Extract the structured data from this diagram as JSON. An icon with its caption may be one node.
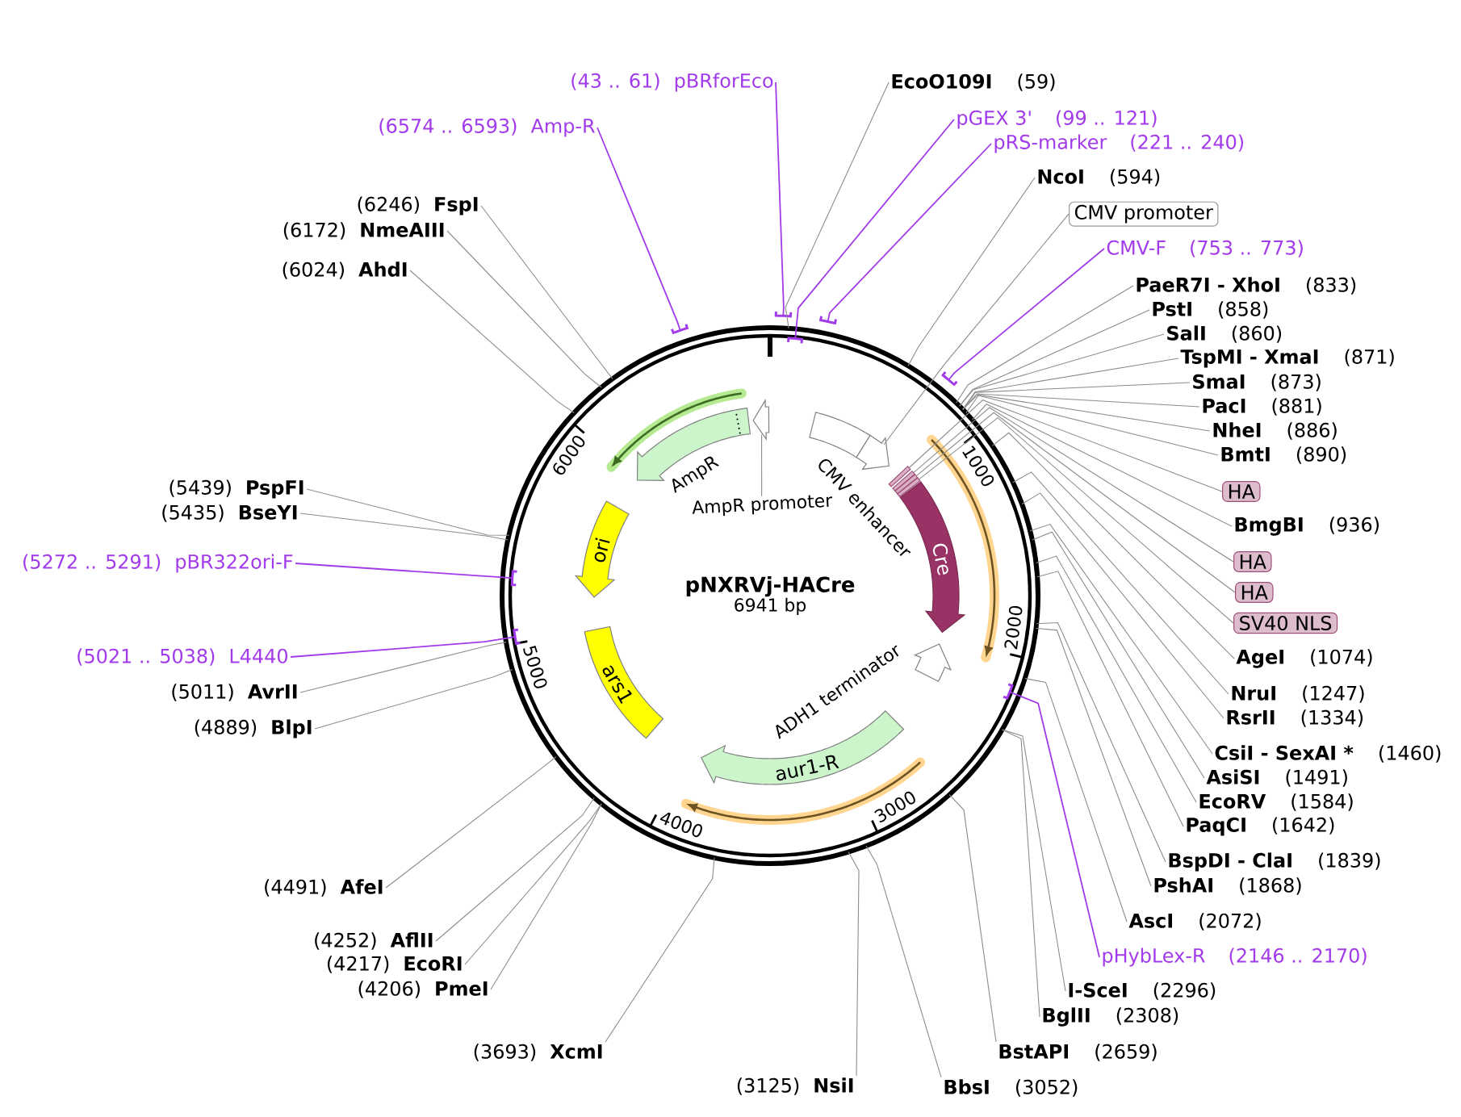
{
  "diagram": {
    "nodes": [
      {
        "text": [
          "pNXRVj-HACre",
          "6941 bp"
        ]
      },
      {
        "text": [
          "AmpR"
        ],
        "in": 0
      },
      {
        "text": [],
        "shape": "arrow",
        "in": 0
      },
      {
        "text": [
          "AmpR promoter"
        ],
        "in": 0
      },
      {
        "text": [
          "ori"
        ],
        "in": 0
      },
      {
        "text": [
          "ars1"
        ],
        "in": 0
      },
      {
        "text": [
          "aur1-R"
        ],
        "in": 0
      },
      {
        "text": [
          "ADH1 terminator"
        ],
        "in": 0
      },
      {
        "text": [
          "CMV enhancer"
        ],
        "in": 0
      },
      {
        "text": [],
        "shape": "arrow",
        "in": 0
      },
      {
        "text": [],
        "shape": "bar",
        "in": 0
      },
      {
        "text": [],
        "shape": "bar",
        "in": 0
      },
      {
        "text": [],
        "shape": "bar",
        "in": 0
      },
      {
        "text": [],
        "shape": "bar",
        "in": 0
      },
      {
        "text": [
          "Cre"
        ],
        "in": 0
      },
      {
        "text": [
          "(43 .. 61)",
          "pBRforEco"
        ]
      },
      {
        "text": [
          "EcoO109I",
          "(59)"
        ]
      },
      {
        "text": [
          "pGEX 3'",
          "(99 .. 121)"
        ]
      },
      {
        "text": [
          "pRS-marker",
          "(221 .. 240)"
        ]
      },
      {
        "text": [
          "NcoI",
          "(594)"
        ]
      },
      {
        "text": [
          "CMV promoter"
        ]
      },
      {
        "text": [
          "CMV-F",
          "(753 .. 773)"
        ]
      },
      {
        "text": [
          "PaeR7I - XhoI",
          "(833)"
        ]
      },
      {
        "text": [
          "PstI",
          "(858)"
        ]
      },
      {
        "text": [
          "SalI",
          "(860)"
        ]
      },
      {
        "text": [
          "TspMI - XmaI",
          "(871)"
        ]
      },
      {
        "text": [
          "SmaI",
          "(873)"
        ]
      },
      {
        "text": [
          "PacI",
          "(881)"
        ]
      },
      {
        "text": [
          "NheI",
          "(886)"
        ]
      },
      {
        "text": [
          "BmtI",
          "(890)"
        ]
      },
      {
        "text": [
          "HA"
        ]
      },
      {
        "text": [
          "BmgBI",
          "(936)"
        ]
      },
      {
        "text": [
          "HA"
        ]
      },
      {
        "text": [
          "HA"
        ]
      },
      {
        "text": [
          "SV40 NLS"
        ]
      },
      {
        "text": [
          "AgeI",
          "(1074)"
        ]
      },
      {
        "text": [
          "NruI",
          "(1247)"
        ]
      },
      {
        "text": [
          "RsrII",
          "(1334)"
        ]
      },
      {
        "text": [
          "CsiI - SexAI *",
          "(1460)"
        ]
      },
      {
        "text": [
          "AsiSI",
          "(1491)"
        ]
      },
      {
        "text": [
          "EcoRV",
          "(1584)"
        ]
      },
      {
        "text": [
          "PaqCI",
          "(1642)"
        ]
      },
      {
        "text": [
          "BspDI - ClaI",
          "(1839)"
        ]
      },
      {
        "text": [
          "PshAI",
          "(1868)"
        ]
      },
      {
        "text": [
          "AscI",
          "(2072)"
        ]
      },
      {
        "text": [
          "pHybLex-R",
          "(2146 .. 2170)"
        ]
      },
      {
        "text": [
          "I-SceI",
          "(2296)"
        ]
      },
      {
        "text": [
          "BglII",
          "(2308)"
        ]
      },
      {
        "text": [
          "BstAPI",
          "(2659)"
        ]
      },
      {
        "text": [
          "BbsI",
          "(3052)"
        ]
      },
      {
        "text": [
          "(3125)",
          "NsiI"
        ]
      },
      {
        "text": [
          "(3693)",
          "XcmI"
        ]
      },
      {
        "text": [
          "(4206)",
          "PmeI"
        ]
      },
      {
        "text": [
          "(4217)",
          "EcoRI"
        ]
      },
      {
        "text": [
          "(4252)",
          "AflII"
        ]
      },
      {
        "text": [
          "(4491)",
          "AfeI"
        ]
      },
      {
        "text": [
          "(4889)",
          "BlpI"
        ]
      },
      {
        "text": [
          "(5011)",
          "AvrII"
        ]
      },
      {
        "text": [
          "(5021 .. 5038)",
          "L4440"
        ]
      },
      {
        "text": [
          "(5272 .. 5291)",
          "pBR322ori-F"
        ]
      },
      {
        "text": [
          "(5435)",
          "BseYI"
        ]
      },
      {
        "text": [
          "(5439)",
          "PspFI"
        ]
      },
      {
        "text": [
          "(6024)",
          "AhdI"
        ]
      },
      {
        "text": [
          "(6172)",
          "NmeAIII"
        ]
      },
      {
        "text": [
          "(6246)",
          "FspI"
        ]
      },
      {
        "text": [
          "(6574 .. 6593)",
          "Amp-R"
        ]
      },
      {
        "text": [],
        "shape": "bar"
      },
      {
        "text": [],
        "shape": "bar",
        "in": 0
      },
      {
        "text": [],
        "shape": "bar"
      },
      {
        "text": [],
        "shape": "bar"
      },
      {
        "text": [],
        "shape": "bar",
        "in": 0
      },
      {
        "text": [],
        "shape": "bar",
        "in": 0
      },
      {
        "text": [],
        "shape": "bar",
        "in": 0
      },
      {
        "text": [],
        "shape": "bar"
      }
    ],
    "edges": [
      {
        "from": 3,
        "to": 2,
        "arrow": "none"
      },
      {
        "from": 15,
        "to": 66,
        "arrow": "none",
        "color": "#a23bea"
      },
      {
        "from": 16,
        "to": 0,
        "arrow": "none"
      },
      {
        "from": 17,
        "to": 67,
        "arrow": "none",
        "color": "#a23bea"
      },
      {
        "from": 18,
        "to": 68,
        "arrow": "none",
        "color": "#a23bea"
      },
      {
        "from": 19,
        "to": 0,
        "arrow": "none"
      },
      {
        "from": 20,
        "to": 9,
        "arrow": "none"
      },
      {
        "from": 21,
        "to": 69,
        "arrow": "none",
        "color": "#a23bea"
      },
      {
        "from": 22,
        "to": 0,
        "arrow": "none"
      },
      {
        "from": 23,
        "to": 0,
        "arrow": "none"
      },
      {
        "from": 24,
        "to": 0,
        "arrow": "none"
      },
      {
        "from": 25,
        "to": 0,
        "arrow": "none"
      },
      {
        "from": 26,
        "to": 0,
        "arrow": "none"
      },
      {
        "from": 27,
        "to": 0,
        "arrow": "none"
      },
      {
        "from": 28,
        "to": 0,
        "arrow": "none"
      },
      {
        "from": 29,
        "to": 0,
        "arrow": "none"
      },
      {
        "from": 30,
        "to": 10,
        "arrow": "none"
      },
      {
        "from": 31,
        "to": 0,
        "arrow": "none"
      },
      {
        "from": 32,
        "to": 11,
        "arrow": "none"
      },
      {
        "from": 33,
        "to": 12,
        "arrow": "none"
      },
      {
        "from": 34,
        "to": 13,
        "arrow": "none"
      },
      {
        "from": 35,
        "to": 0,
        "arrow": "none"
      },
      {
        "from": 36,
        "to": 0,
        "arrow": "none"
      },
      {
        "from": 37,
        "to": 0,
        "arrow": "none"
      },
      {
        "from": 38,
        "to": 0,
        "arrow": "none"
      },
      {
        "from": 39,
        "to": 0,
        "arrow": "none"
      },
      {
        "from": 40,
        "to": 0,
        "arrow": "none"
      },
      {
        "from": 41,
        "to": 0,
        "arrow": "none"
      },
      {
        "from": 42,
        "to": 0,
        "arrow": "none"
      },
      {
        "from": 43,
        "to": 0,
        "arrow": "none"
      },
      {
        "from": 44,
        "to": 0,
        "arrow": "none"
      },
      {
        "from": 45,
        "to": 70,
        "arrow": "none",
        "color": "#a23bea"
      },
      {
        "from": 46,
        "to": 0,
        "arrow": "none"
      },
      {
        "from": 47,
        "to": 0,
        "arrow": "none"
      },
      {
        "from": 48,
        "to": 0,
        "arrow": "none"
      },
      {
        "from": 49,
        "to": 0,
        "arrow": "none"
      },
      {
        "from": 50,
        "to": 0,
        "arrow": "none"
      },
      {
        "from": 51,
        "to": 0,
        "arrow": "none"
      },
      {
        "from": 52,
        "to": 0,
        "arrow": "none"
      },
      {
        "from": 53,
        "to": 0,
        "arrow": "none"
      },
      {
        "from": 54,
        "to": 0,
        "arrow": "none"
      },
      {
        "from": 55,
        "to": 0,
        "arrow": "none"
      },
      {
        "from": 56,
        "to": 0,
        "arrow": "none"
      },
      {
        "from": 57,
        "to": 0,
        "arrow": "none"
      },
      {
        "from": 58,
        "to": 71,
        "arrow": "none",
        "color": "#a23bea"
      },
      {
        "from": 59,
        "to": 72,
        "arrow": "none",
        "color": "#a23bea"
      },
      {
        "from": 60,
        "to": 0,
        "arrow": "none"
      },
      {
        "from": 61,
        "to": 0,
        "arrow": "none"
      },
      {
        "from": 62,
        "to": 0,
        "arrow": "none"
      },
      {
        "from": 63,
        "to": 0,
        "arrow": "none"
      },
      {
        "from": 64,
        "to": 0,
        "arrow": "none"
      },
      {
        "from": 65,
        "to": 73,
        "arrow": "none",
        "color": "#a23bea"
      }
    ],
    "labels": [
      "1000",
      "2000",
      "3000",
      "4000",
      "5000",
      "6000"
    ]
  }
}
